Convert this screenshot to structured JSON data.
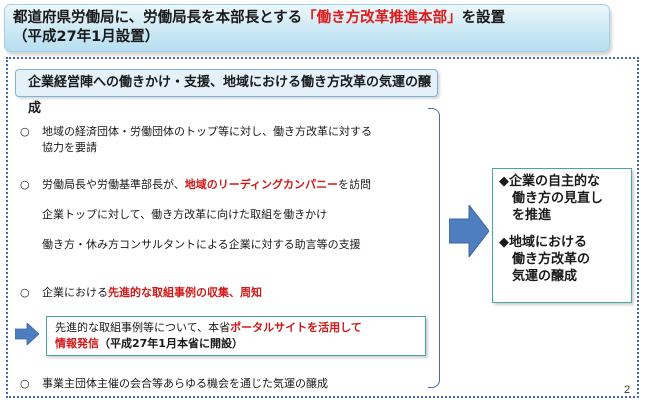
{
  "header": {
    "title_part1": "都道府県労働局に、労働局長を本部長とする",
    "title_highlight": "「働き方改革推進本部」",
    "title_part2": "を設置",
    "title_line2": "（平成27年1月設置）"
  },
  "section": {
    "heading": "企業経営陣への働きかけ・支援、地域における働き方改革の気運の醸成"
  },
  "list": {
    "bullet_symbol": "○",
    "item1_line1": "地域の経済団体・労働団体のトップ等に対し、働き方改革に対する",
    "item1_line2": "協力を要請",
    "item2_part1": "労働局長や労働基準部長が、",
    "item2_highlight": "地域のリーディングカンパニー",
    "item2_part2": "を訪問",
    "item2_sub1": "企業トップに対して、働き方改革に向けた取組を働きかけ",
    "item2_sub2": "働き方・休み方コンサルタントによる企業に対する助言等の支援",
    "item3_part1": "企業における",
    "item3_highlight": "先進的な取組事例の収集、周知",
    "portal_part1": "先進的な取組事例等について、本省",
    "portal_highlight1": "ポータルサイトを活用して",
    "portal_highlight2": "情報発信",
    "portal_part2": "（平成27年1月本省に開設）",
    "item4": "事業主団体主催の会合等あらゆる機会を通じた気運の醸成"
  },
  "results": {
    "marker": "◆",
    "item1_line1": "企業の自主的な",
    "item1_line2": "働き方の見直し",
    "item1_line3": "を推進",
    "item2_line1": "地域における",
    "item2_line2": "働き方改革の",
    "item2_line3": "気運の醸成"
  },
  "page_number": "2",
  "colors": {
    "highlight_red": "#e01b1b",
    "arrow_blue": "#4f7ec0",
    "frame_blue": "#3f67ad",
    "box_teal": "#4aa7a0"
  },
  "icons": {
    "small_arrow": "right-arrow-icon",
    "big_arrow": "right-arrow-icon"
  }
}
